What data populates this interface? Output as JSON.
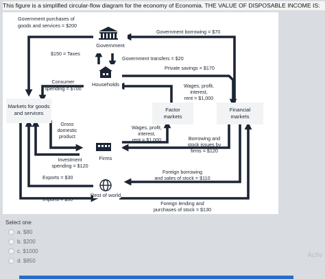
{
  "question_text": "This figure is a simplified circular-flow diagram for the economy of Economia. THE VALUE OF DISPOSABLE INCOME IS:",
  "diagram": {
    "nodes": {
      "government": "Government",
      "households": "Households",
      "firms": "Firms",
      "rest_of_world": "Rest of world",
      "markets_goods_1": "Markets for goods",
      "markets_goods_2": "and services",
      "factor_1": "Factor",
      "factor_2": "markets",
      "financial_1": "Financial",
      "financial_2": "markets"
    },
    "flows": {
      "gov_purchases_1": "Government purchases of",
      "gov_purchases_2": "goods and services = $200",
      "gov_borrowing": "Government borrowing = $70",
      "taxes": "$150 = Taxes",
      "transfers": "Government transfers = $20",
      "private_savings": "Private savings = $170",
      "consumer_1": "Consumer",
      "consumer_2": "spending = $700",
      "wages_top_1": "Wages, profit,",
      "wages_top_2": "interest,",
      "wages_top_3": "rent = $1,000",
      "gdp_1": "Gross",
      "gdp_2": "domestic",
      "gdp_3": "product",
      "wages_mid_1": "Wages, profit,",
      "wages_mid_2": "interest,",
      "wages_mid_3": "rent = $1,000",
      "borrowing_firms_1": "Borrowing and",
      "borrowing_firms_2": "stock issues by",
      "borrowing_firms_3": "firms = $120",
      "investment_1": "Investment",
      "investment_2": "spending = $120",
      "exports": "Exports = $30",
      "foreign_borrowing_1": "Foreign borrowing",
      "foreign_borrowing_2": "and sales of stock = $110",
      "imports": "Imports = $50",
      "foreign_lending_1": "Foreign lending and",
      "foreign_lending_2": "purchases of stock = $130"
    }
  },
  "prompt_label": "Select one",
  "choices": [
    {
      "letter": "a.",
      "value": "$80"
    },
    {
      "letter": "b.",
      "value": "$200"
    },
    {
      "letter": "c.",
      "value": "$1000"
    },
    {
      "letter": "d.",
      "value": "$850"
    }
  ],
  "watermark": "Activ"
}
